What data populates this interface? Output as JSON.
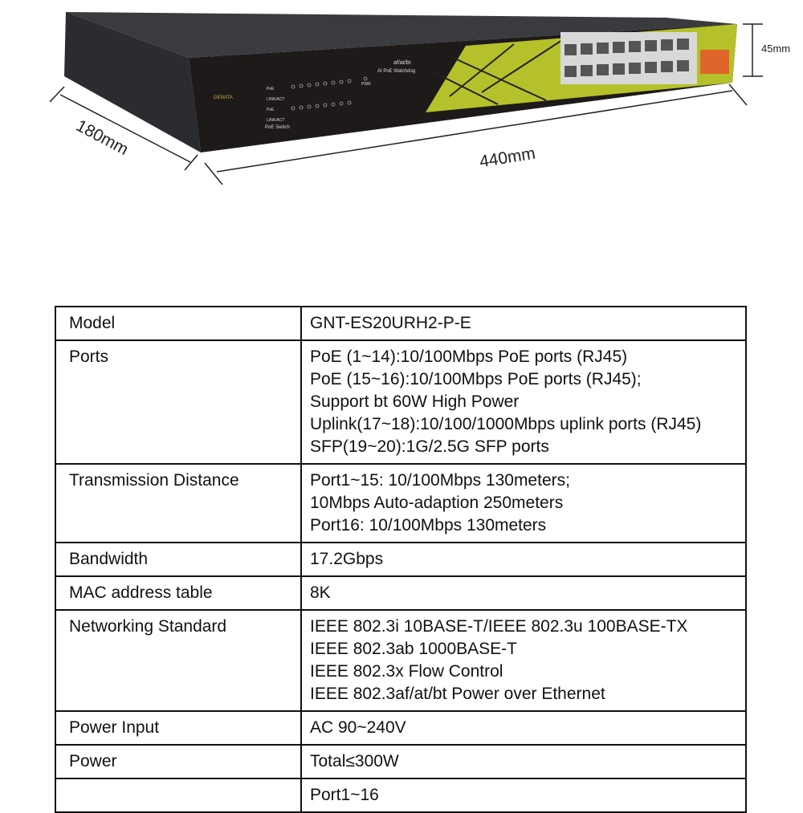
{
  "device": {
    "brand": "GENATA",
    "front_label_1": "af/at/bt",
    "front_label_2": "AI PoE Watchdog",
    "led_labels": [
      "PoE",
      "LINK/ACT",
      "PoE",
      "LINK/ACT"
    ],
    "switch_label": "PoE Switch",
    "pwr_label": "PWR",
    "body_color": "#2a2a2c",
    "accent_color": "#b5c12a"
  },
  "dimensions": {
    "depth": "180mm",
    "width": "440mm",
    "height": "45mm"
  },
  "spec_table": [
    {
      "key": "Model",
      "values": [
        "GNT-ES20URH2-P-E"
      ]
    },
    {
      "key": "Ports",
      "values": [
        "PoE (1~14):10/100Mbps PoE ports (RJ45)",
        "PoE (15~16):10/100Mbps PoE ports (RJ45);",
        "Support bt 60W High Power",
        "Uplink(17~18):10/100/1000Mbps uplink ports (RJ45)",
        "SFP(19~20):1G/2.5G SFP ports"
      ]
    },
    {
      "key": "Transmission Distance",
      "values": [
        "Port1~15: 10/100Mbps 130meters;",
        "10Mbps Auto-adaption 250meters",
        "Port16: 10/100Mbps 130meters"
      ]
    },
    {
      "key": "Bandwidth",
      "values": [
        "17.2Gbps"
      ]
    },
    {
      "key": "MAC address table",
      "values": [
        "8K"
      ]
    },
    {
      "key": "Networking Standard",
      "values": [
        "IEEE 802.3i 10BASE-T/IEEE 802.3u 100BASE-TX",
        "IEEE 802.3ab 1000BASE-T",
        "IEEE 802.3x Flow Control",
        "IEEE 802.3af/at/bt Power over Ethernet"
      ]
    },
    {
      "key": "Power Input",
      "values": [
        "AC 90~240V"
      ]
    },
    {
      "key": "Power",
      "values": [
        "Total≤300W"
      ]
    },
    {
      "key": "",
      "values": [
        "Port1~16"
      ]
    }
  ]
}
